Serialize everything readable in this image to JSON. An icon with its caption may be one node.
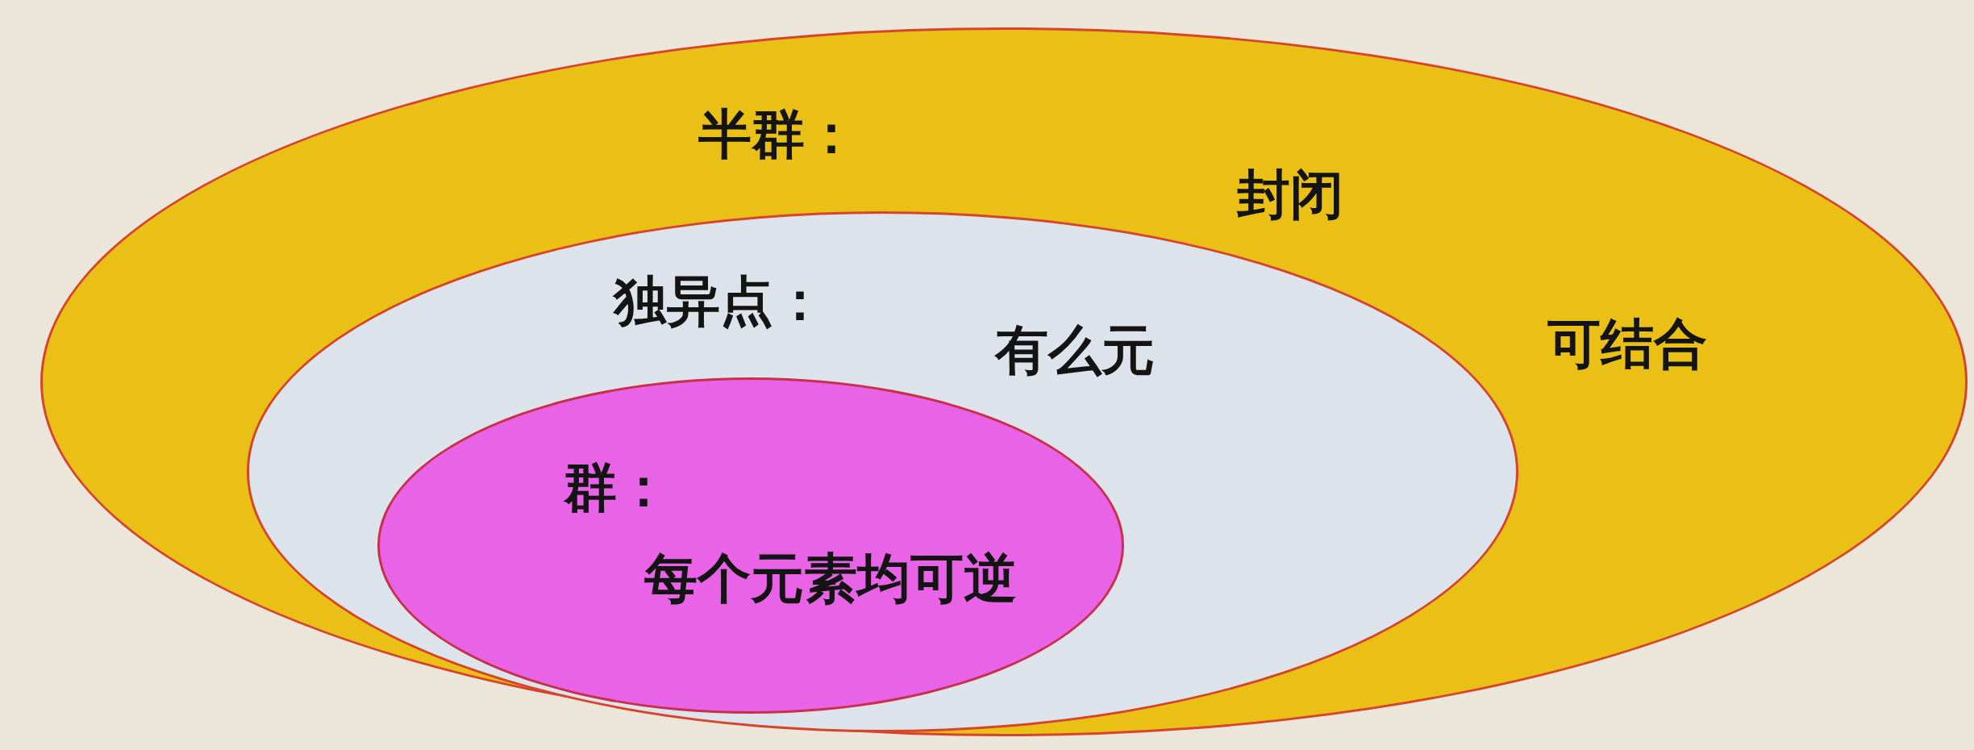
{
  "diagram": {
    "nodes": [
      {
        "text": [
          "半群：",
          "封闭",
          "可结合"
        ]
      },
      {
        "text": [
          "独异点：",
          "有么元"
        ],
        "in": 0
      },
      {
        "text": [
          "群：",
          "每个元素均可逆"
        ],
        "in": 1
      }
    ]
  }
}
